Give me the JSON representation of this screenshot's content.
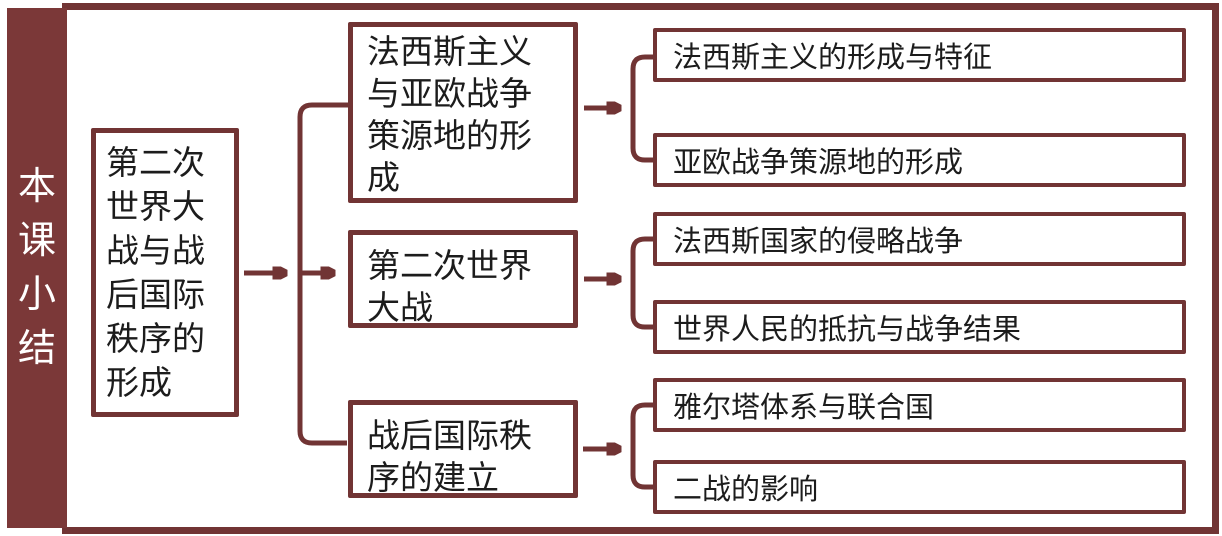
{
  "colors": {
    "accent_line": "#713434",
    "sidebar_bg": "#7B3838",
    "node_bg": "#FFFFFF",
    "text": "#1C1C1C",
    "sidebar_text": "#FFFFFF",
    "canvas_bg": "#FFFFFF"
  },
  "sidebar": {
    "title": "本课小结"
  },
  "diagram": {
    "root": {
      "label": "第二次世界大战与战后国际秩序的形成"
    },
    "branches": [
      {
        "label": "法西斯主义与亚欧战争策源地的形成",
        "children": [
          {
            "label": "法西斯主义的形成与特征"
          },
          {
            "label": "亚欧战争策源地的形成"
          }
        ]
      },
      {
        "label": "第二次世界大战",
        "children": [
          {
            "label": "法西斯国家的侵略战争"
          },
          {
            "label": "世界人民的抵抗与战争结果"
          }
        ]
      },
      {
        "label": "战后国际秩序的建立",
        "children": [
          {
            "label": "雅尔塔体系与联合国"
          },
          {
            "label": "二战的影响"
          }
        ]
      }
    ]
  }
}
